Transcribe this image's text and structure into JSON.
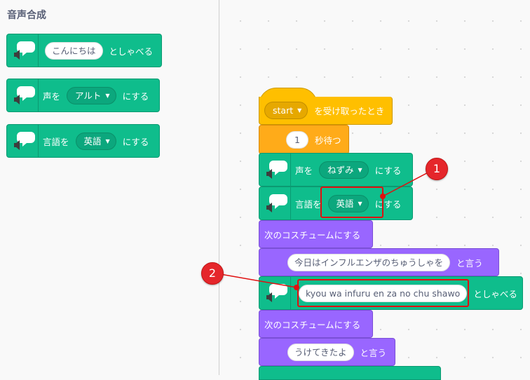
{
  "palette": {
    "title": "音声合成",
    "blocks": [
      {
        "value": "こんにちは",
        "suffix": "としゃべる"
      },
      {
        "prefix": "声を",
        "dropdown": "アルト",
        "suffix": "にする"
      },
      {
        "prefix": "言語を",
        "dropdown": "英語",
        "suffix": "にする"
      }
    ]
  },
  "script": {
    "hat": {
      "dropdown": "start",
      "suffix": "を受け取ったとき"
    },
    "wait": {
      "value": "1",
      "suffix": "秒待つ"
    },
    "voice": {
      "prefix": "声を",
      "dropdown": "ねずみ",
      "suffix": "にする"
    },
    "language": {
      "prefix": "言語を",
      "dropdown": "英語",
      "suffix": "にする"
    },
    "next_costume_1": "次のコスチュームにする",
    "say_1": {
      "value": "今日はインフルエンザのちゅうしゃを",
      "suffix": "と言う"
    },
    "speak": {
      "value": "kyou wa  infuru en za no chu  shawo",
      "suffix": "としゃべる"
    },
    "next_costume_2": "次のコスチュームにする",
    "say_2": {
      "value": "うけてきたよ",
      "suffix": "と言う"
    }
  },
  "annotations": {
    "badge_1": "1",
    "badge_2": "2",
    "color": "#e5262b"
  },
  "colors": {
    "text_to_speech": "#0fbd8c",
    "looks": "#9966ff",
    "control": "#ffab19",
    "events": "#ffbf00"
  }
}
